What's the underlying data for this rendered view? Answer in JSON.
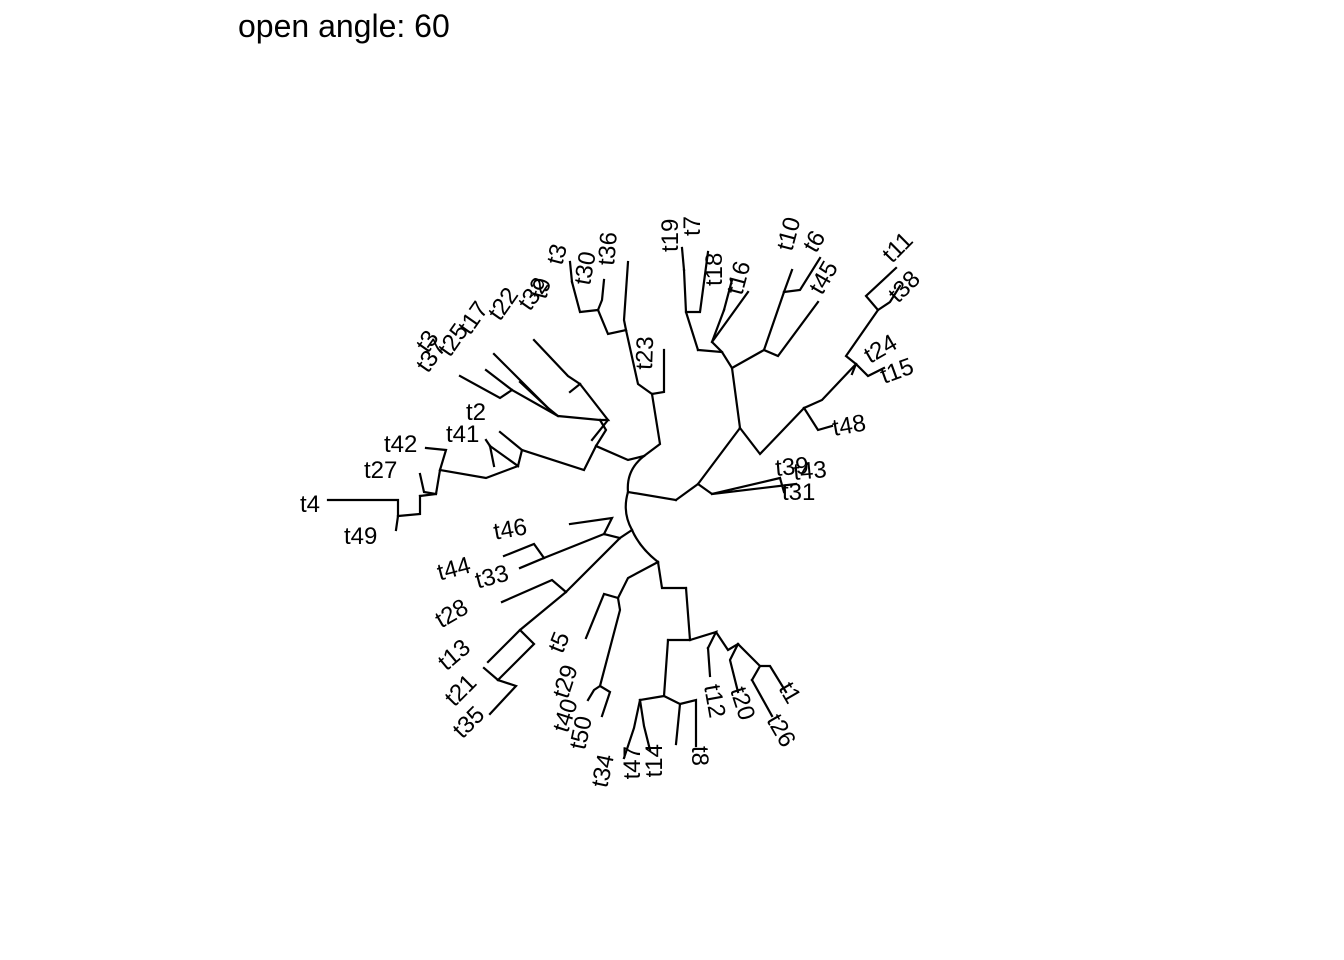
{
  "title": "open angle: 60",
  "line_color": "#000000",
  "background": "#ffffff",
  "tips": [
    "t4",
    "t49",
    "t27",
    "t42",
    "t41",
    "t2",
    "t37",
    "t3",
    "t25",
    "t17",
    "t22",
    "t32",
    "t9",
    "t3",
    "t30",
    "t36",
    "t23",
    "t19",
    "t7",
    "t18",
    "t16",
    "t10",
    "t6",
    "t45",
    "t11",
    "t38",
    "t24",
    "t15",
    "t48",
    "t39",
    "t43",
    "t31",
    "t1",
    "t26",
    "t20",
    "t12",
    "t8",
    "t14",
    "t47",
    "t34",
    "t50",
    "t40",
    "t29",
    "t5",
    "t35",
    "t21",
    "t13",
    "t28",
    "t33",
    "t44",
    "t46"
  ]
}
